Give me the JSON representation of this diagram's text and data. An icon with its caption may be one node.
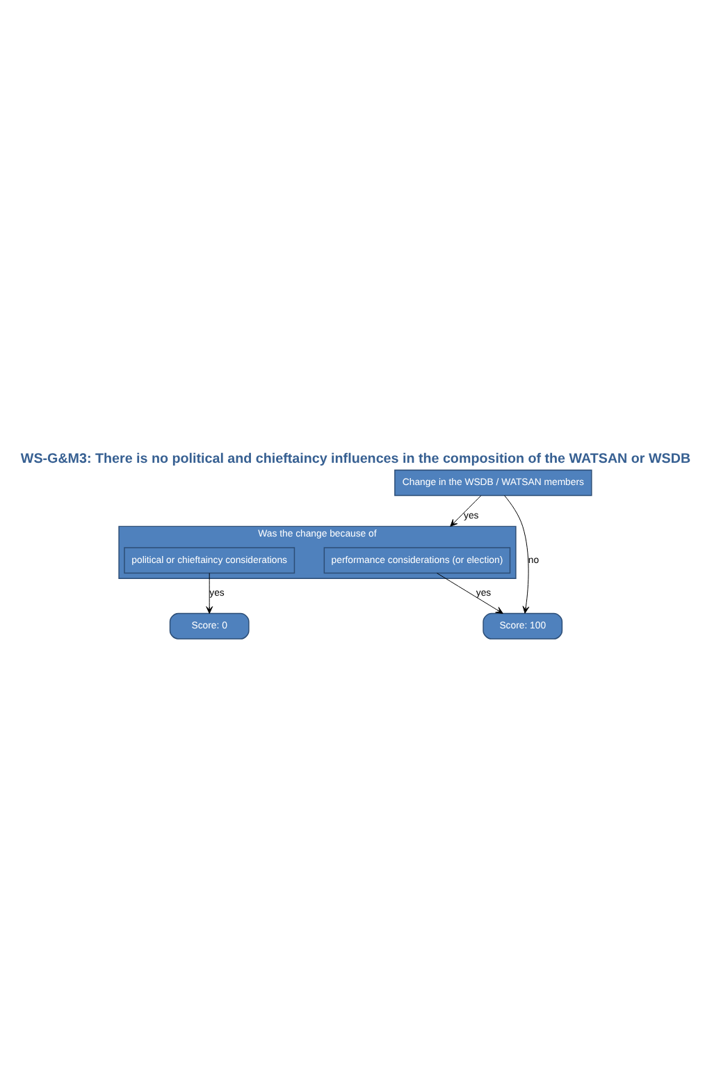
{
  "diagram": {
    "title": "WS-G&M3: There is no political and chieftaincy influences in the composition of the WATSAN or WSDB",
    "nodes": [
      {
        "text": [
          "Change in the WSDB / WATSAN members"
        ]
      },
      {
        "text": [
          "Was the change because of"
        ]
      },
      {
        "text": [
          "performance considerations (or election)"
        ],
        "in": 1
      },
      {
        "text": [
          "political or chieftaincy considerations"
        ],
        "in": 1
      },
      {
        "text": [
          "Score: 100"
        ]
      },
      {
        "text": [
          "Score: 0"
        ]
      }
    ],
    "edges": [
      {
        "from": 0,
        "to": 1,
        "label": "yes",
        "arrow": "to"
      },
      {
        "from": 0,
        "to": 4,
        "label": "no",
        "arrow": "to"
      },
      {
        "from": 2,
        "to": 4,
        "label": "yes",
        "arrow": "to"
      },
      {
        "from": 3,
        "to": 5,
        "label": "yes",
        "arrow": "to"
      }
    ]
  }
}
